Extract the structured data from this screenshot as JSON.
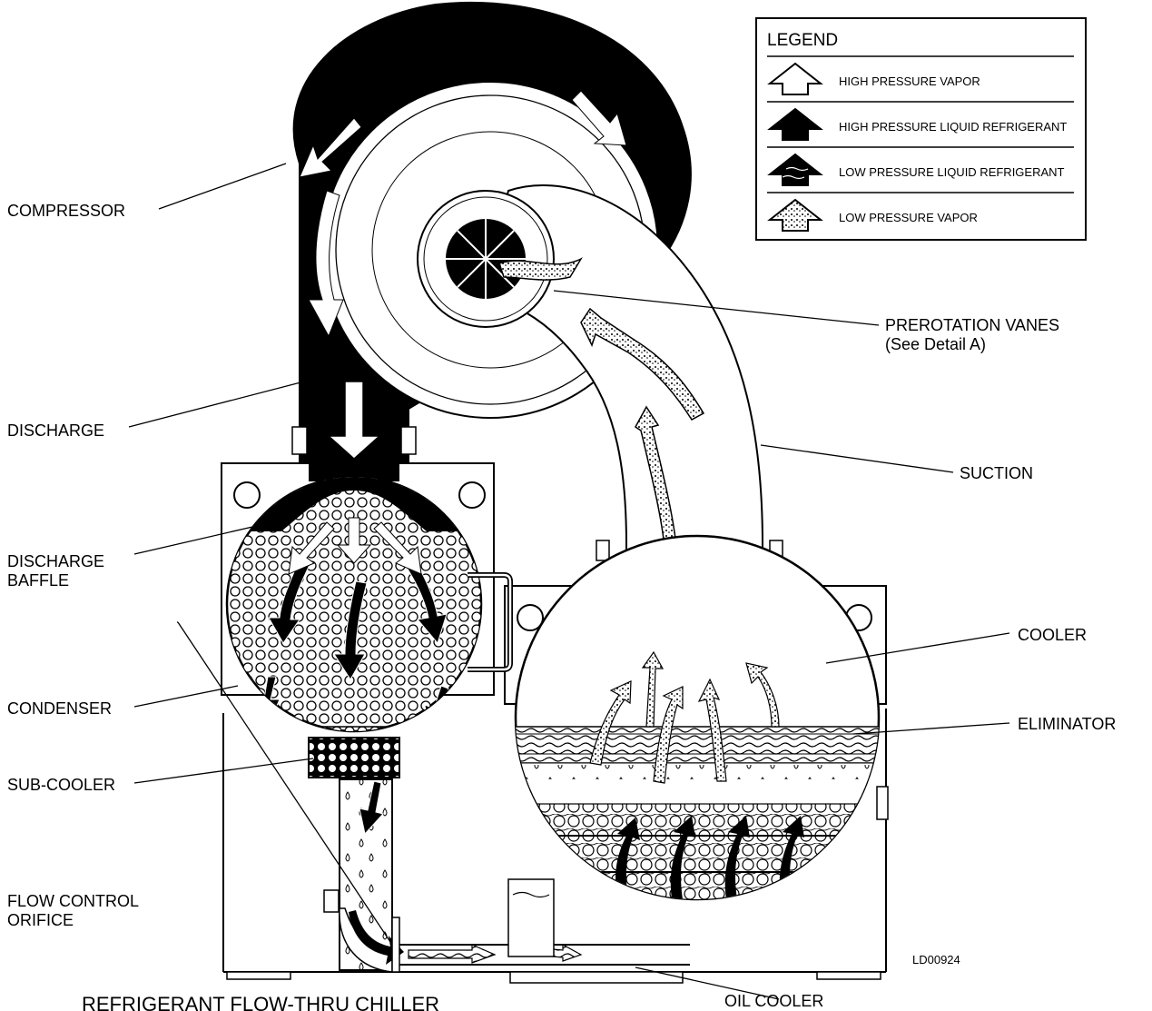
{
  "legend": {
    "title": "LEGEND",
    "items": [
      {
        "label": "HIGH PRESSURE VAPOR",
        "icon": "outline-arrow-icon"
      },
      {
        "label": "HIGH PRESSURE LIQUID REFRIGERANT",
        "icon": "solid-arrow-icon"
      },
      {
        "label": "LOW PRESSURE LIQUID REFRIGERANT",
        "icon": "wavy-arrow-icon"
      },
      {
        "label": "LOW PRESSURE VAPOR",
        "icon": "speckled-arrow-icon"
      }
    ]
  },
  "labels": {
    "compressor": "COMPRESSOR",
    "discharge": "DISCHARGE",
    "discharge_baffle_1": "DISCHARGE",
    "discharge_baffle_2": "BAFFLE",
    "condenser": "CONDENSER",
    "sub_cooler": "SUB-COOLER",
    "flow_control_1": "FLOW CONTROL",
    "flow_control_2": "ORIFICE",
    "prerotation_1": "PREROTATION VANES",
    "prerotation_2": "(See Detail A)",
    "suction": "SUCTION",
    "cooler": "COOLER",
    "eliminator": "ELIMINATOR",
    "oil_cooler": "OIL COOLER"
  },
  "drawing_code": "LD00924",
  "caption_fragment": "REFRIGERANT FLOW-THRU CHILLER"
}
